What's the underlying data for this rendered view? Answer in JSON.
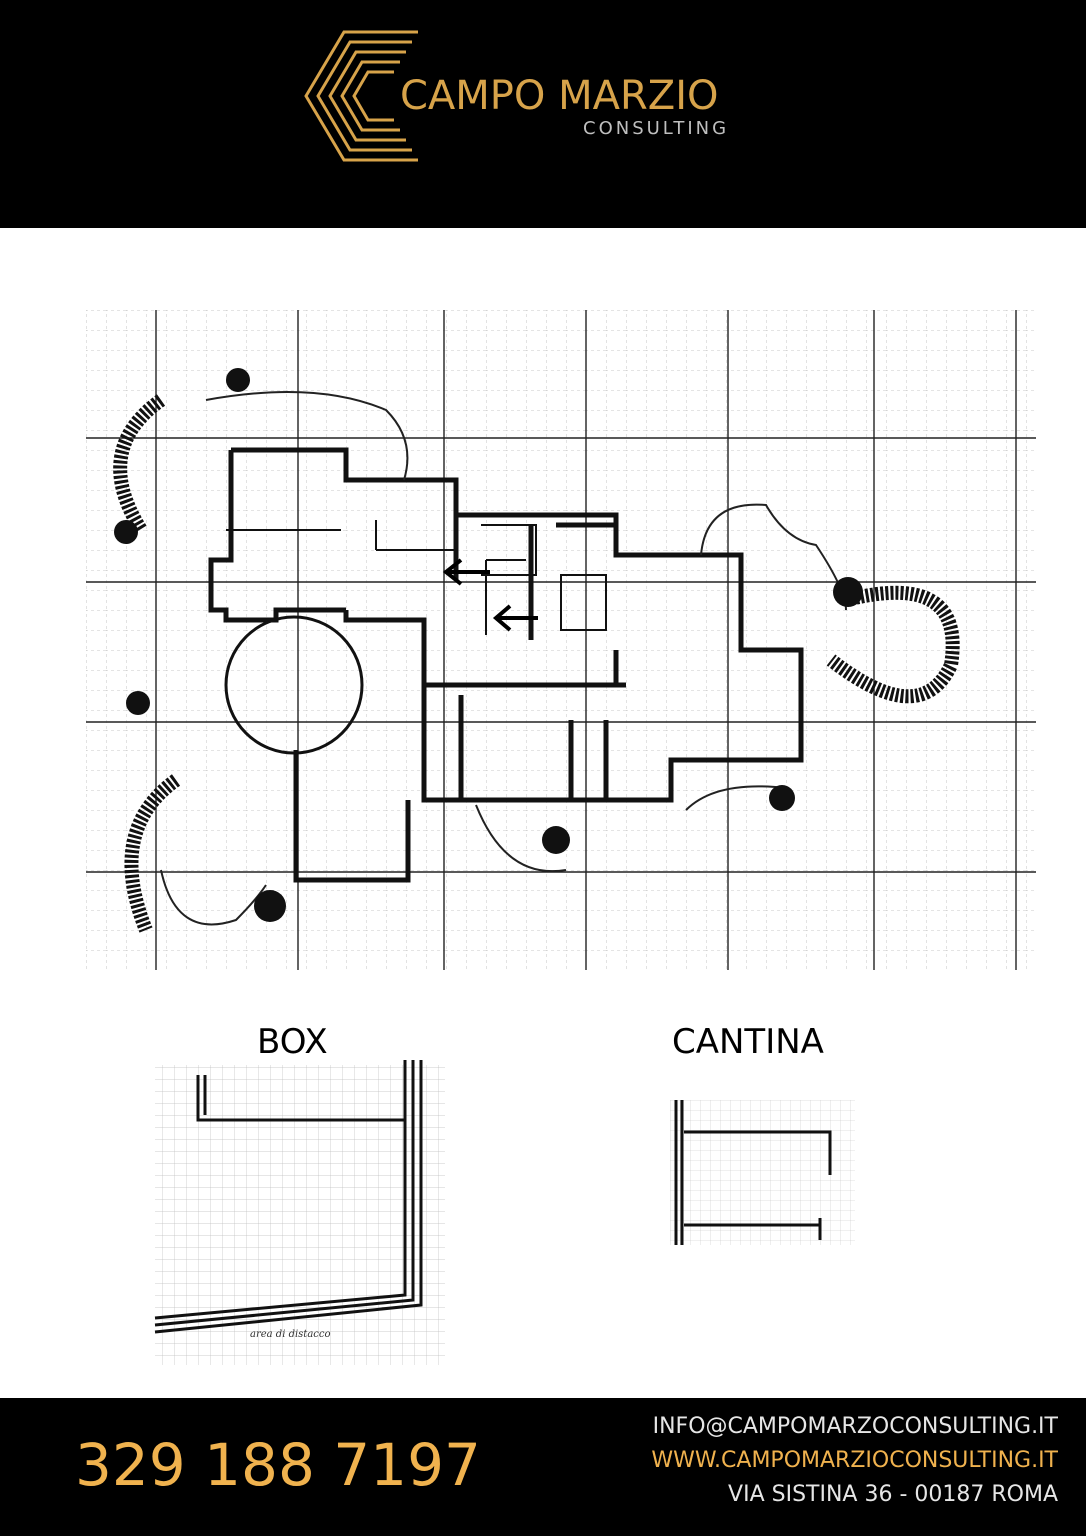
{
  "header": {
    "brand_name": "CAMPO MARZIO",
    "brand_sub": "CONSULTING",
    "logo_icon": "stacked-c-logo-icon",
    "accent_color": "#d7a34a"
  },
  "plans": {
    "main_icon": "apartment-floor-plan",
    "box_label": "BOX",
    "box_handwritten_note": "area di distacco",
    "cantina_label": "CANTINA"
  },
  "footer": {
    "phone": "329 188 7197",
    "email": "INFO@CAMPOMARZOCONSULTING.IT",
    "website": "WWW.CAMPOMARZIOCONSULTING.IT",
    "address": "VIA SISTINA 36 - 00187 ROMA",
    "accent_color": "#f0b24e"
  }
}
